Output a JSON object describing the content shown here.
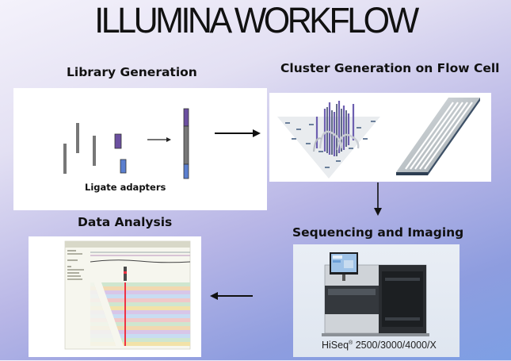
{
  "title": "ILLUMINA WORKFLOW",
  "steps": {
    "library": {
      "label": "Library Generation",
      "caption": "Ligate adapters"
    },
    "cluster": {
      "label": "Cluster Generation on Flow Cell"
    },
    "sequencing": {
      "label": "Sequencing and Imaging",
      "instrument_brand": "HiSeq",
      "instrument_mark": "®",
      "instrument_models": " 2500/3000/4000/X"
    },
    "analysis": {
      "label": "Data Analysis"
    }
  },
  "colors": {
    "fragment": "#777777",
    "adapter_purple": "#6b4fa0",
    "adapter_blue": "#5b7fcf",
    "arrow": "#111111"
  }
}
